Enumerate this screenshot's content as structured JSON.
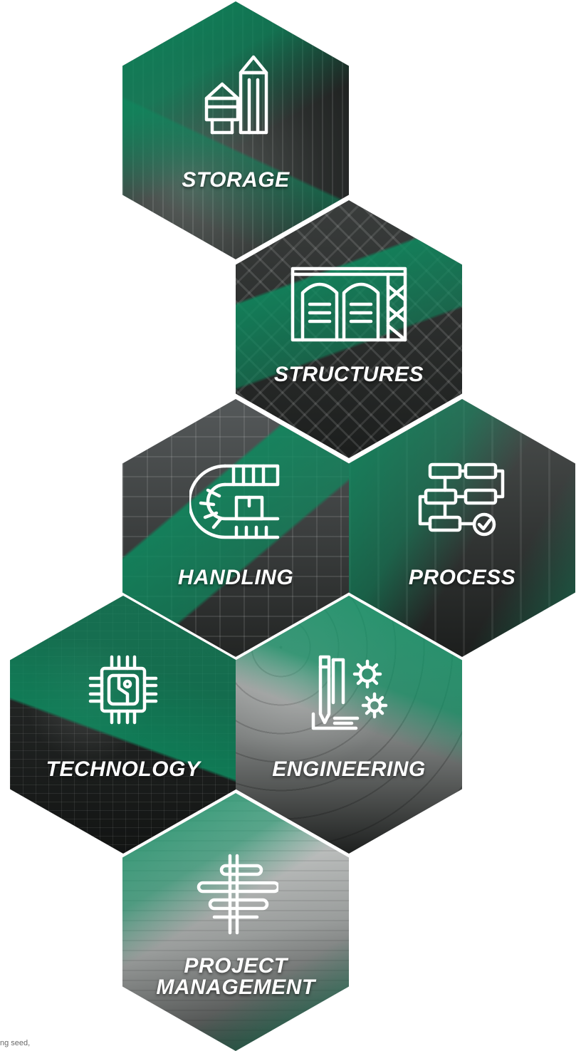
{
  "colors": {
    "brand_green": "#0e8a5f",
    "dark": "#1b1d1c",
    "label": "#ffffff"
  },
  "hexagons": [
    {
      "label": "STORAGE",
      "icon": "silo-icon"
    },
    {
      "label": "STRUCTURES",
      "icon": "warehouse-icon"
    },
    {
      "label": "HANDLING",
      "icon": "conveyor-icon"
    },
    {
      "label": "PROCESS",
      "icon": "flowchart-icon"
    },
    {
      "label": "TECHNOLOGY",
      "icon": "chip-icon"
    },
    {
      "label": "ENGINEERING",
      "icon": "pencil-gears-icon"
    },
    {
      "label_lines": [
        "PROJECT",
        "MANAGEMENT"
      ],
      "icon": "timeline-icon"
    }
  ],
  "footer": {
    "caption": "ng seed,"
  }
}
